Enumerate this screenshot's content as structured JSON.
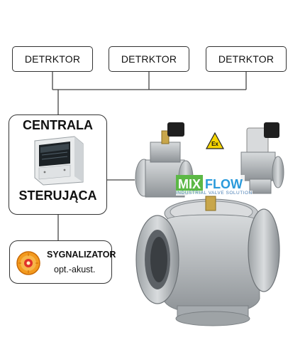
{
  "detectors": [
    {
      "label": "DETRKTOR"
    },
    {
      "label": "DETRKTOR"
    },
    {
      "label": "DETRKTOR"
    }
  ],
  "central": {
    "title_line1": "CENTRALA",
    "title_line2": "STERUJĄCA",
    "icon": "control-panel-icon"
  },
  "signaling": {
    "title": "SYGNALIZATOR",
    "subtitle": "opt.-akust.",
    "icon": "siren-icon"
  },
  "brand": {
    "mix": "MIX",
    "flow": "FLOW",
    "tagline": "INDUSTRIAL VALVE SOLUTION"
  },
  "ex_mark": "Ex",
  "colors": {
    "brand_green": "#5cb846",
    "brand_blue": "#2a9adb",
    "ex_yellow": "#f5d400",
    "valve_metal": "#b9bcbf",
    "siren_orange": "#f39a1e"
  }
}
